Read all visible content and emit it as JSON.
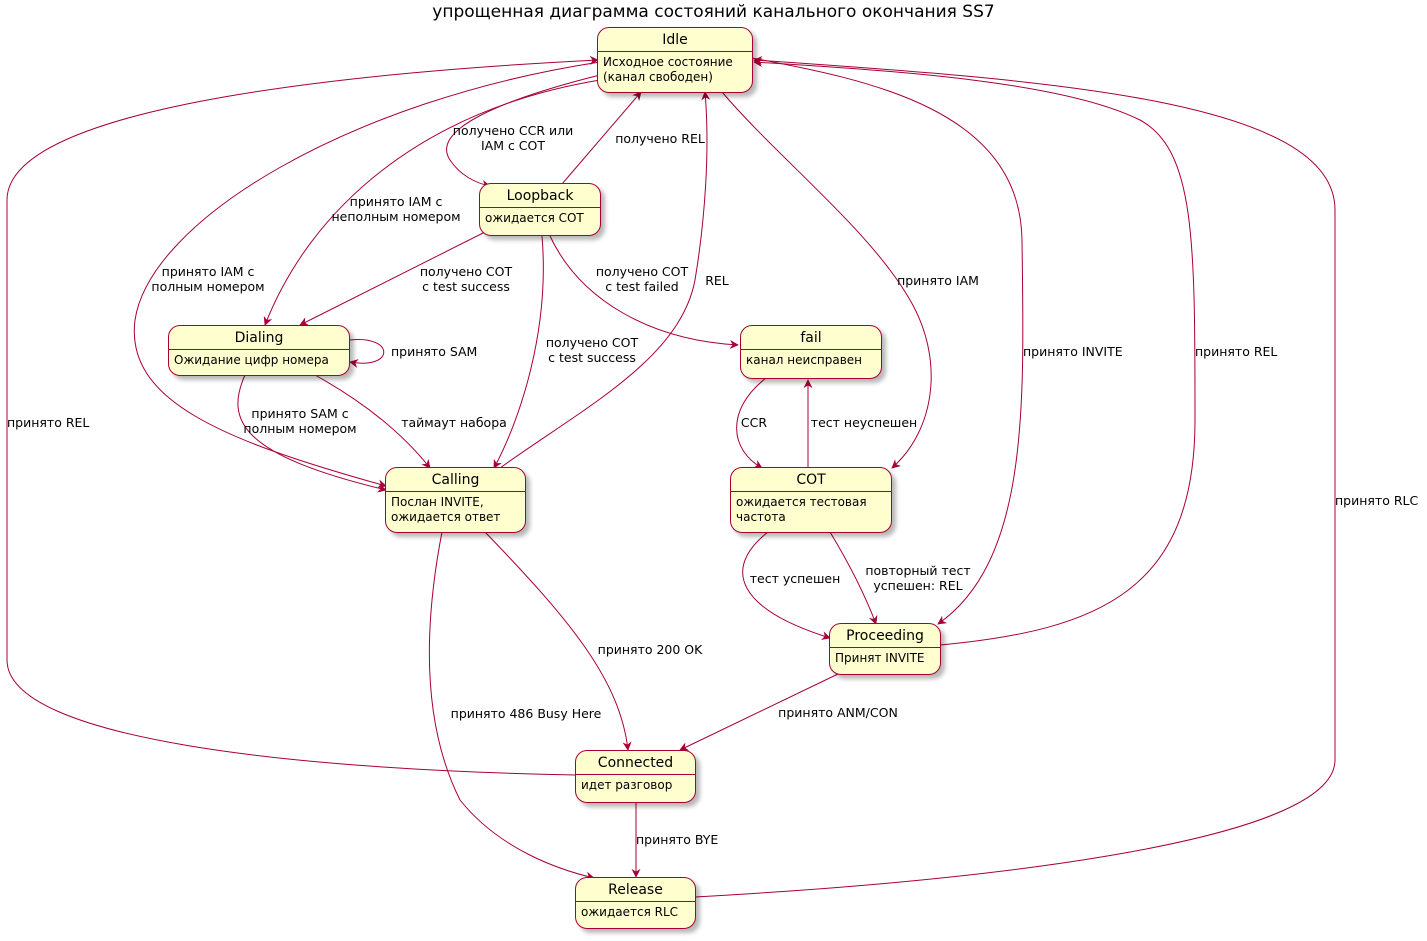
{
  "title": "упрощенная диаграмма состояний канального окончания SS7",
  "colors": {
    "state_fill": "#FEFECE",
    "state_border": "#A80036",
    "edge": "#A80036"
  },
  "states": {
    "idle": {
      "name": "Idle",
      "desc": "Исходное состояние\n(канал свободен)"
    },
    "loopback": {
      "name": "Loopback",
      "desc": "ожидается COT"
    },
    "dialing": {
      "name": "Dialing",
      "desc": "Ожидание цифр номера"
    },
    "fail": {
      "name": "fail",
      "desc": "канал неисправен"
    },
    "calling": {
      "name": "Calling",
      "desc": "Послан INVITE,\nожидается ответ"
    },
    "cot": {
      "name": "COT",
      "desc": "ожидается тестовая\nчастота"
    },
    "proceeding": {
      "name": "Proceeding",
      "desc": "Принят INVITE"
    },
    "connected": {
      "name": "Connected",
      "desc": "идет разговор"
    },
    "release": {
      "name": "Release",
      "desc": "ожидается RLC"
    }
  },
  "transitions": {
    "idle_loopback": [
      "получено CCR или",
      "IAM с COT"
    ],
    "loopback_idle": [
      "получено REL"
    ],
    "idle_dialing": [
      "принято IAM с",
      "неполным номером"
    ],
    "idle_calling": [
      "принято IAM с",
      "полным номером"
    ],
    "loopback_dialing": [
      "получено COT",
      "с test success"
    ],
    "loopback_fail": [
      "получено COT",
      "с test failed"
    ],
    "loopback_calling": [
      "получено COT",
      "с test success"
    ],
    "calling_idle": [
      "REL"
    ],
    "idle_cot": [
      "принято IAM"
    ],
    "dialing_self": [
      "принято SAM"
    ],
    "dialing_calling_sam": [
      "принято SAM с",
      "полным номером"
    ],
    "dialing_calling_timeout": [
      "таймаут набора"
    ],
    "fail_cot": [
      "CCR"
    ],
    "cot_fail": [
      "тест неуспешен"
    ],
    "cot_proceeding_ok": [
      "тест успешен"
    ],
    "cot_proceeding_retest": [
      "повторный тест",
      "успешен: REL"
    ],
    "idle_proceeding": [
      "принято INVITE"
    ],
    "proceeding_idle": [
      "принято REL"
    ],
    "release_idle": [
      "принято RLC"
    ],
    "connected_idle": [
      "принято REL"
    ],
    "calling_connected": [
      "принято 200 OK"
    ],
    "calling_release": [
      "принято 486 Busy Here"
    ],
    "proceeding_connected": [
      "принято ANM/CON"
    ],
    "connected_release": [
      "принято BYE"
    ]
  }
}
